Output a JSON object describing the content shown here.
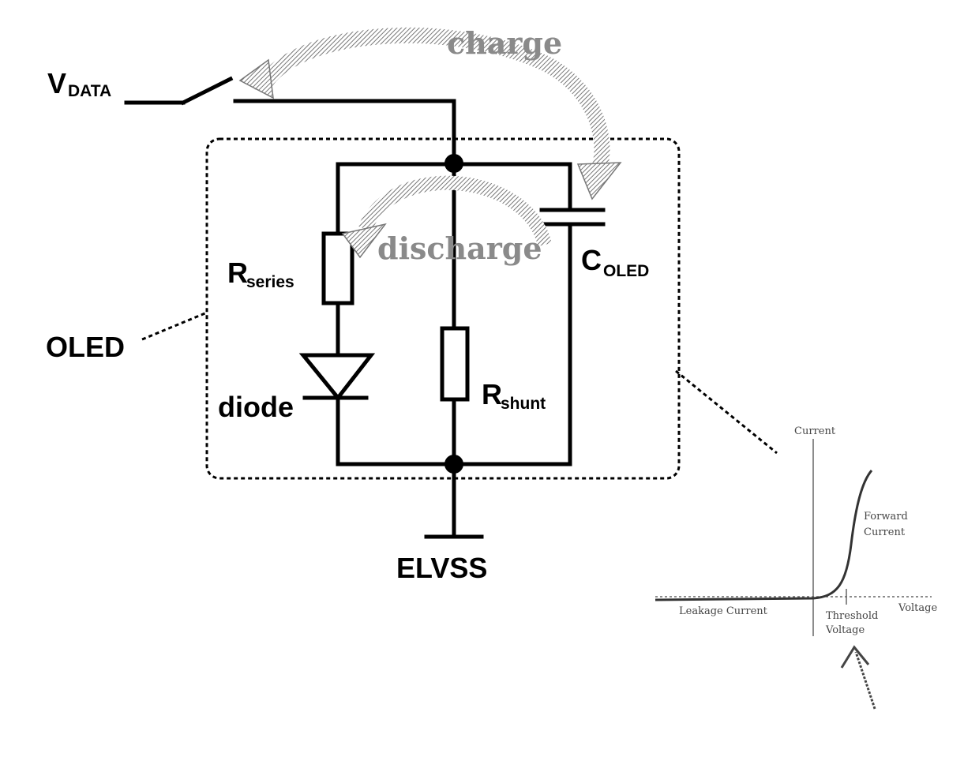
{
  "labels": {
    "vdata_main": "V",
    "vdata_sub": "DATA",
    "charge": "charge",
    "discharge": "discharge",
    "r_series_main": "R",
    "r_series_sub": "series",
    "c_oled_main": "C",
    "c_oled_sub": "OLED",
    "oled": "OLED",
    "diode": "diode",
    "r_shunt_main": "R",
    "r_shunt_sub": "shunt",
    "elvss": "ELVSS"
  },
  "iv_curve": {
    "current_axis": "Current",
    "voltage_axis": "Voltage",
    "forward_line1": "Forward",
    "forward_line2": "Current",
    "leakage": "Leakage Current",
    "threshold_line1": "Threshold",
    "threshold_line2": "Voltage"
  },
  "colors": {
    "line": "#000000",
    "hatch_arrow": "#8a8a8a",
    "background": "#ffffff"
  }
}
